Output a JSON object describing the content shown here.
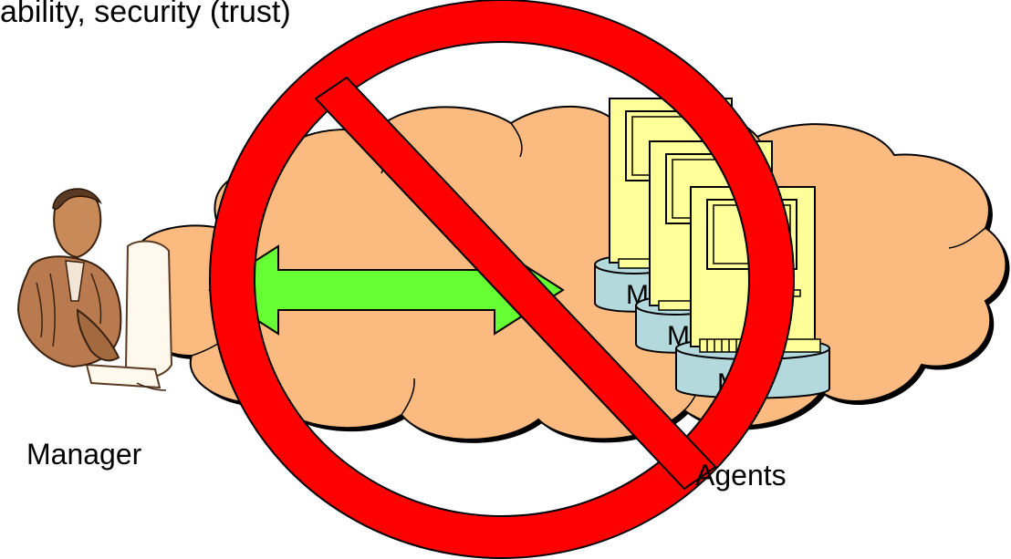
{
  "slide": {
    "top_text": "ability, security (trust)"
  },
  "labels": {
    "manager": "Manager",
    "agents": "Agents",
    "mib": [
      "M",
      "M",
      "MIB"
    ]
  },
  "icons": {
    "manager": "manager-at-computer-icon",
    "agents": "computer-icon",
    "network": "cloud-icon",
    "prohibited": "no-symbol-icon",
    "communication": "double-arrow-icon"
  },
  "colors": {
    "cloud": "#fbbb80",
    "arrow": "#66ff33",
    "no_sign": "#ff0000",
    "computer": "#ffff99",
    "mib_disk": "#b3d9dd"
  }
}
